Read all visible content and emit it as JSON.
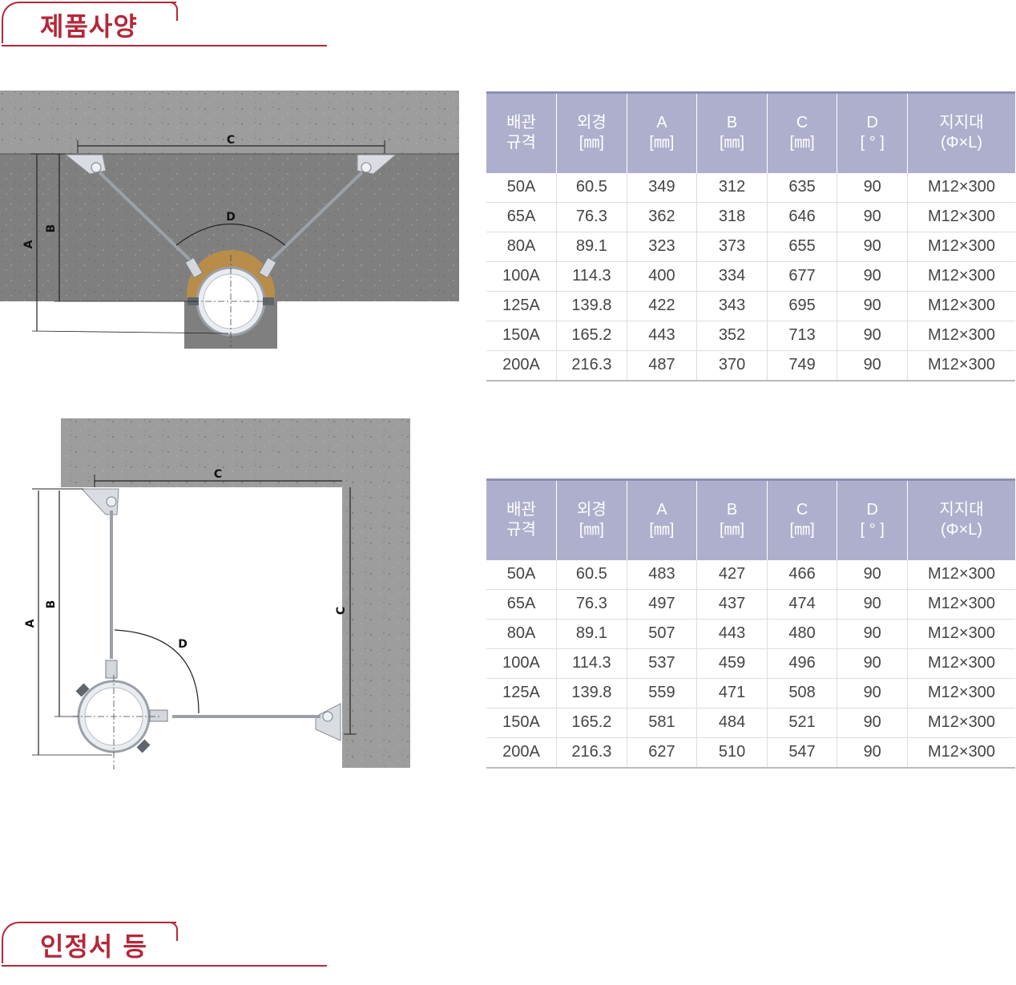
{
  "sections": {
    "spec_title": "제품사양",
    "cert_title": "인정서 등"
  },
  "colors": {
    "accent": "#b4283a",
    "table_header": "#aeafcc",
    "concrete": "#8f8f8f"
  },
  "diagram1": {
    "labels": {
      "a": "A",
      "b": "B",
      "c": "C",
      "d": "D"
    }
  },
  "diagram2": {
    "labels": {
      "a": "A",
      "b": "B",
      "c_top": "C",
      "c_side": "C",
      "d": "D"
    }
  },
  "table_headers": [
    {
      "line1": "배관",
      "line2": "규격"
    },
    {
      "line1": "외경",
      "line2": "[㎜]"
    },
    {
      "line1": "A",
      "line2": "[㎜]"
    },
    {
      "line1": "B",
      "line2": "[㎜]"
    },
    {
      "line1": "C",
      "line2": "[㎜]"
    },
    {
      "line1": "D",
      "line2": "[ ° ]"
    },
    {
      "line1": "지지대",
      "line2": "(Φ×L)"
    }
  ],
  "table1": {
    "rows": [
      [
        "50A",
        "60.5",
        "349",
        "312",
        "635",
        "90",
        "M12×300"
      ],
      [
        "65A",
        "76.3",
        "362",
        "318",
        "646",
        "90",
        "M12×300"
      ],
      [
        "80A",
        "89.1",
        "323",
        "373",
        "655",
        "90",
        "M12×300"
      ],
      [
        "100A",
        "114.3",
        "400",
        "334",
        "677",
        "90",
        "M12×300"
      ],
      [
        "125A",
        "139.8",
        "422",
        "343",
        "695",
        "90",
        "M12×300"
      ],
      [
        "150A",
        "165.2",
        "443",
        "352",
        "713",
        "90",
        "M12×300"
      ],
      [
        "200A",
        "216.3",
        "487",
        "370",
        "749",
        "90",
        "M12×300"
      ]
    ]
  },
  "table2": {
    "rows": [
      [
        "50A",
        "60.5",
        "483",
        "427",
        "466",
        "90",
        "M12×300"
      ],
      [
        "65A",
        "76.3",
        "497",
        "437",
        "474",
        "90",
        "M12×300"
      ],
      [
        "80A",
        "89.1",
        "507",
        "443",
        "480",
        "90",
        "M12×300"
      ],
      [
        "100A",
        "114.3",
        "537",
        "459",
        "496",
        "90",
        "M12×300"
      ],
      [
        "125A",
        "139.8",
        "559",
        "471",
        "508",
        "90",
        "M12×300"
      ],
      [
        "150A",
        "165.2",
        "581",
        "484",
        "521",
        "90",
        "M12×300"
      ],
      [
        "200A",
        "216.3",
        "627",
        "510",
        "547",
        "90",
        "M12×300"
      ]
    ]
  }
}
